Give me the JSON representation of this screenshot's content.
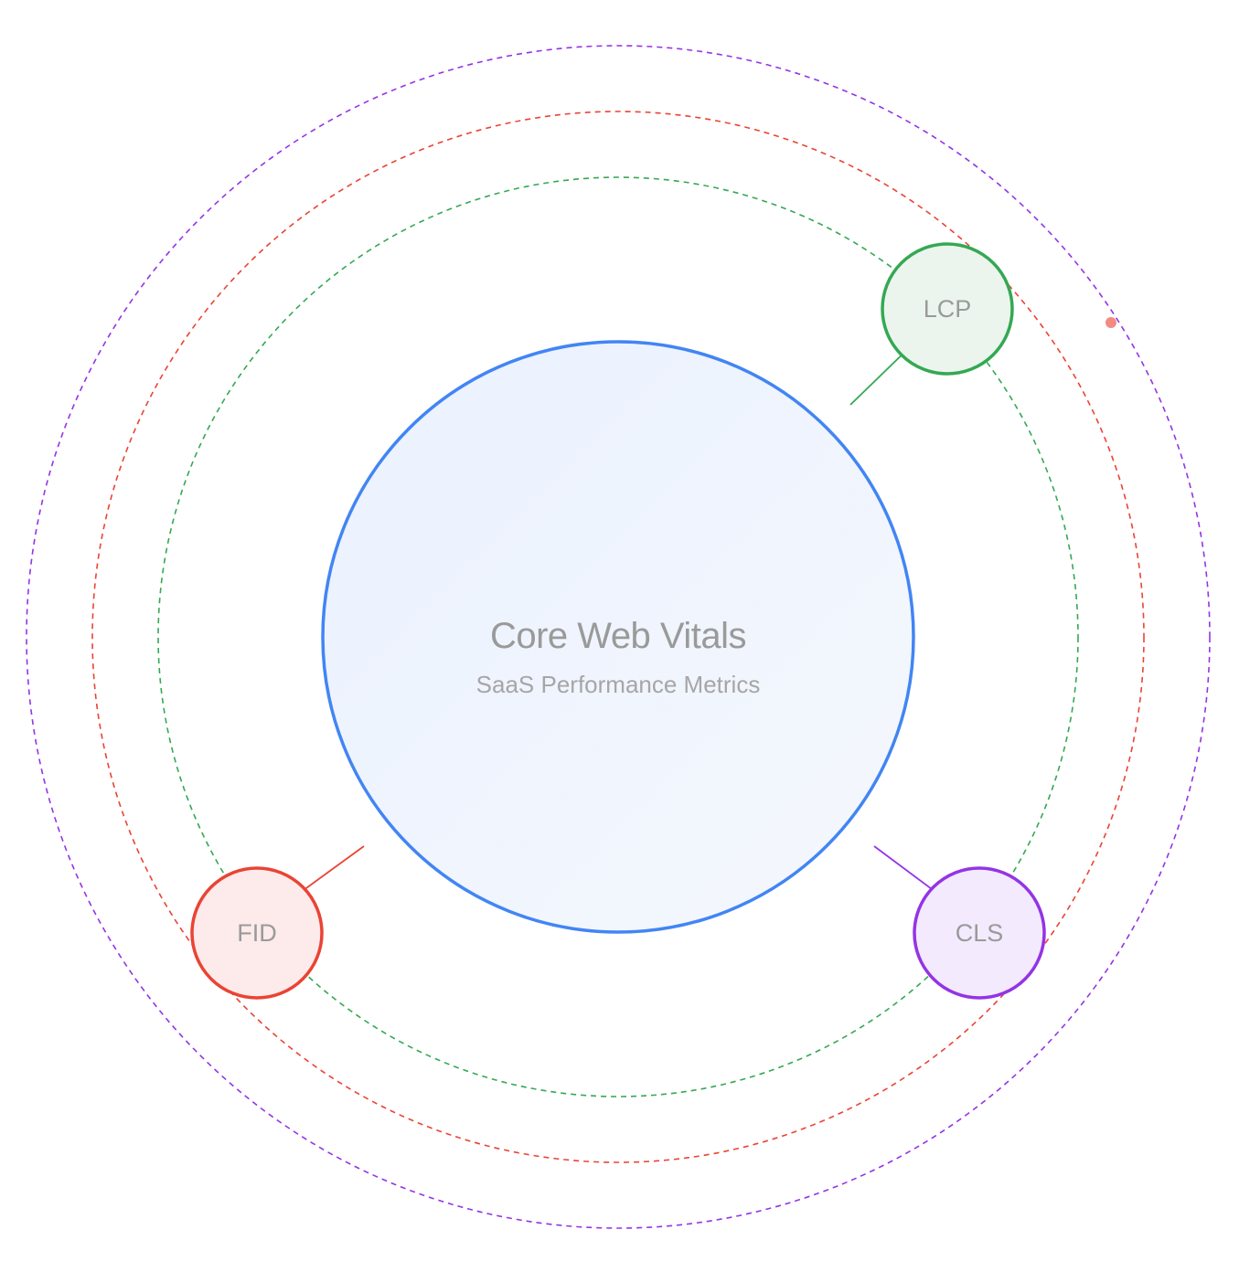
{
  "hub": {
    "title": "Core Web Vitals",
    "subtitle": "SaaS Performance Metrics",
    "stroke": "#4285f4",
    "fill_start": "#eaf1fe",
    "fill_end": "#f5f8fd"
  },
  "rings": {
    "lcp": {
      "color": "#34a853"
    },
    "fid": {
      "color": "#ea4335"
    },
    "cls": {
      "color": "#9334e6"
    }
  },
  "nodes": {
    "lcp": {
      "label": "LCP",
      "stroke": "#34a853",
      "fill": "#ebf5ed"
    },
    "fid": {
      "label": "FID",
      "stroke": "#ea4335",
      "fill": "#fdeaea"
    },
    "cls": {
      "label": "CLS",
      "stroke": "#9334e6",
      "fill": "#f3eafd"
    }
  },
  "orbit_dot": {
    "color": "#f28b82"
  }
}
